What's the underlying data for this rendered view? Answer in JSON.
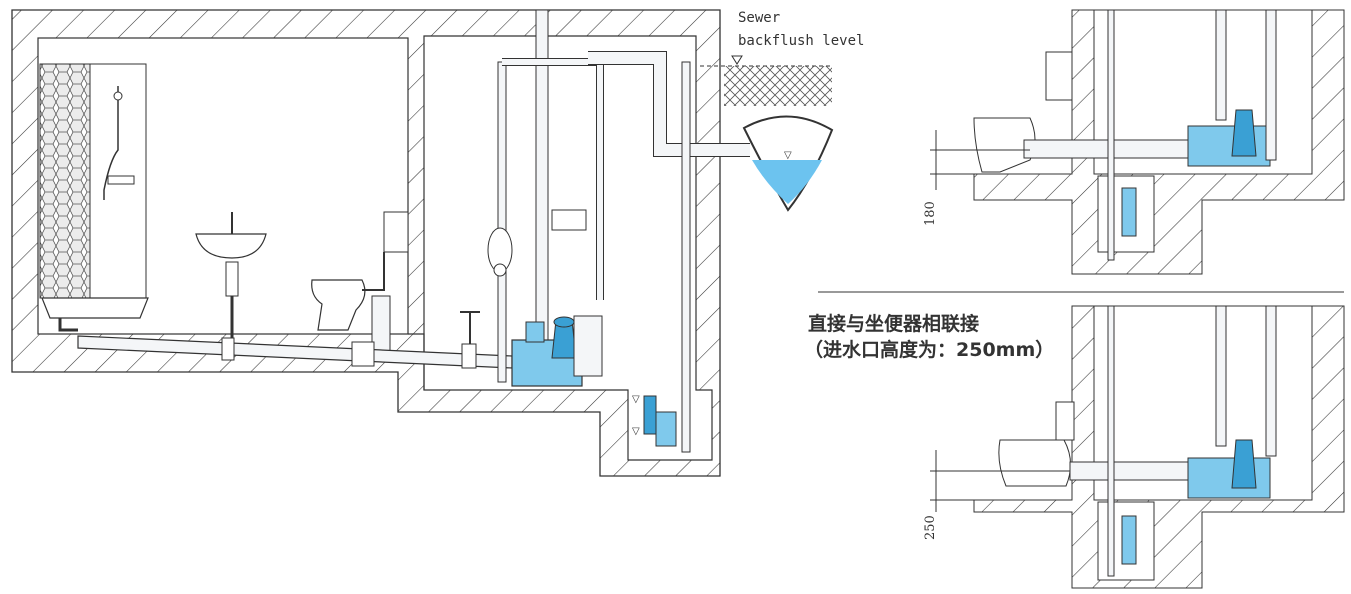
{
  "labels": {
    "sewer_line1": "Sewer",
    "sewer_line2": "backflush level",
    "caption_line1": "直接与坐便器相联接",
    "caption_line2": "（进水口高度为：250mm）",
    "dim_top": "180",
    "dim_bottom": "250"
  },
  "colors": {
    "line": "#333333",
    "pipe_fill": "#f4f6f8",
    "pump_blue": "#7fc9ec",
    "pump_dark": "#3aa0d4",
    "water": "#6cc3ef",
    "tile": "#e8e8e8"
  }
}
